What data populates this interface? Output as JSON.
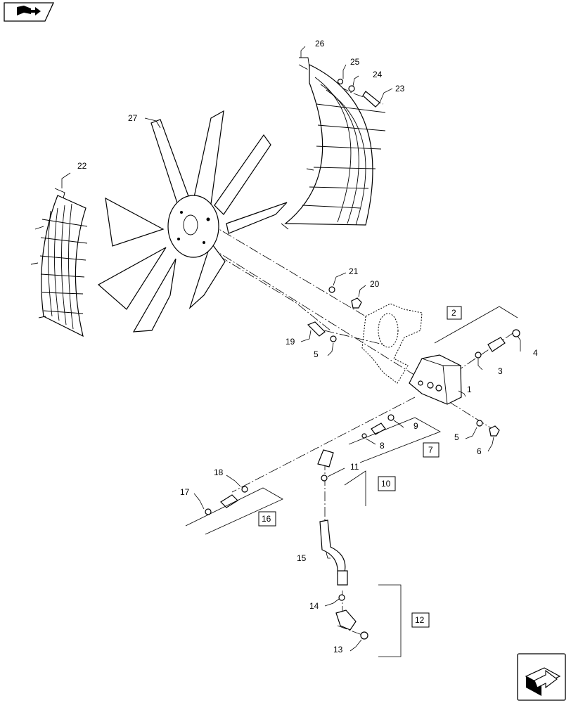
{
  "nav": {
    "corner_icon": "book-arrow-icon",
    "next_icon": "next-page-arrow-icon"
  },
  "callouts": {
    "c1": "1",
    "c2": "2",
    "c3": "3",
    "c4": "4",
    "c5a": "5",
    "c5b": "5",
    "c6": "6",
    "c7": "7",
    "c8": "8",
    "c9": "9",
    "c10": "10",
    "c11": "11",
    "c12": "12",
    "c13": "13",
    "c14": "14",
    "c15": "15",
    "c16": "16",
    "c17": "17",
    "c18": "18",
    "c19": "19",
    "c20": "20",
    "c21": "21",
    "c22": "22",
    "c23": "23",
    "c24": "24",
    "c25": "25",
    "c26": "26",
    "c27": "27"
  }
}
